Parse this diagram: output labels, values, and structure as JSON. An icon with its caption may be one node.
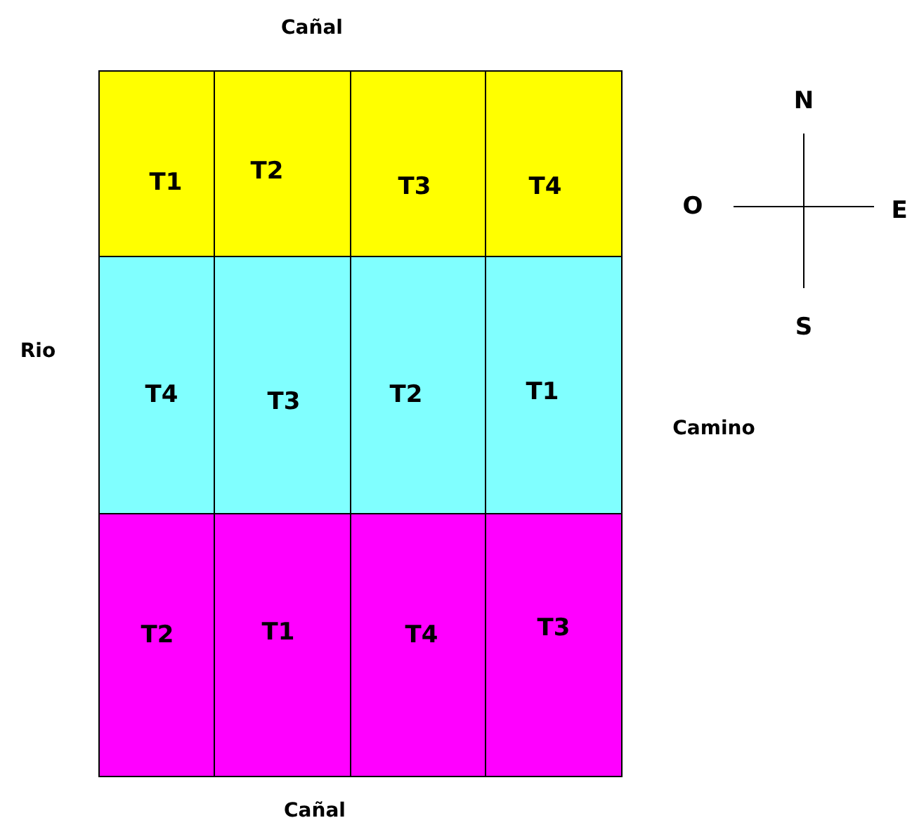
{
  "diagram": {
    "nodes": [
      {
        "text": [
          "T1"
        ]
      },
      {
        "text": [
          "T2"
        ]
      },
      {
        "text": [
          "T3"
        ]
      },
      {
        "text": [
          "T4"
        ]
      },
      {
        "text": [
          "T4"
        ]
      },
      {
        "text": [
          "T3"
        ]
      },
      {
        "text": [
          "T2"
        ]
      },
      {
        "text": [
          "T1"
        ]
      },
      {
        "text": [
          "T2"
        ]
      },
      {
        "text": [
          "T1"
        ]
      },
      {
        "text": [
          "T4"
        ]
      },
      {
        "text": [
          "T3"
        ]
      }
    ],
    "edges": [],
    "labels": [
      "Cañal",
      "N",
      "O",
      "E",
      "Rio",
      "S",
      "Camino",
      "Cañal"
    ]
  }
}
